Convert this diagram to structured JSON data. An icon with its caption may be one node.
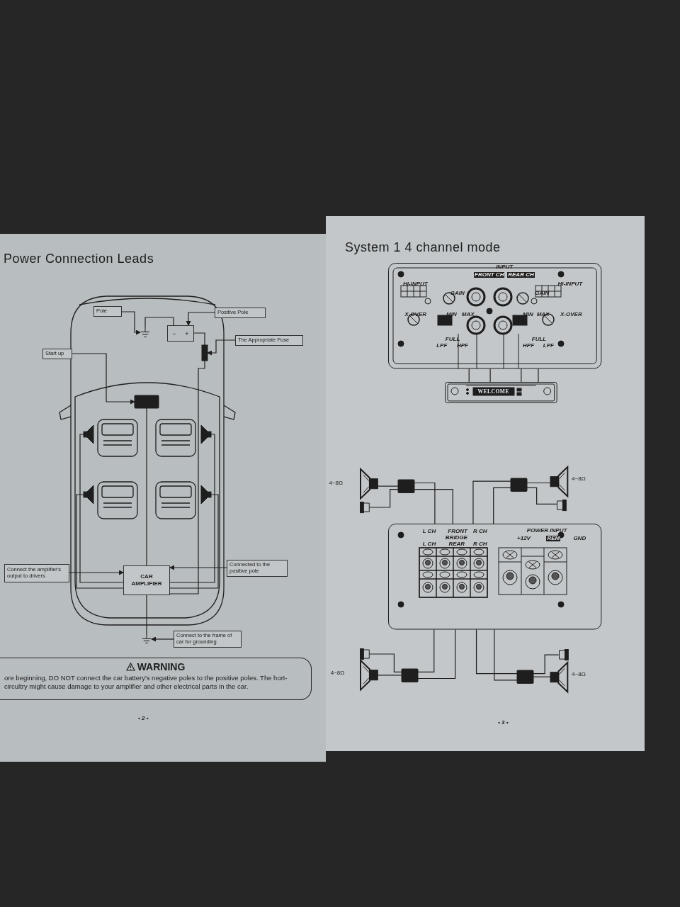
{
  "diagram": {
    "nodes": [
      {
        "text": [
          "Pole"
        ]
      },
      {
        "text": [
          "Positive Pole"
        ]
      },
      {
        "text": [
          "The Appropriate Fuse"
        ]
      },
      {
        "text": [
          "Start up"
        ]
      },
      {
        "text": [
          "−",
          "+"
        ]
      },
      {
        "text": [],
        "shape": "ground"
      },
      {
        "text": [],
        "shape": "bar"
      },
      {
        "text": [],
        "shape": "box"
      },
      {
        "text": [],
        "shape": "speaker"
      },
      {
        "text": [],
        "shape": "speaker"
      },
      {
        "text": [],
        "shape": "speaker"
      },
      {
        "text": [],
        "shape": "speaker"
      },
      {
        "text": [
          "CAR AMPLIFIER"
        ]
      },
      {
        "text": [
          "Connect the amplifier's output to drivers"
        ]
      },
      {
        "text": [
          "Connected to the positive pole"
        ]
      },
      {
        "text": [],
        "shape": "ground"
      },
      {
        "text": [
          "Connect to the frame of car for grounding"
        ]
      },
      {
        "text": [
          "WARNING",
          "ore beginning, DO NOT connect the car battery's negative poles to the positive poles. The hort-circultry might cause damage to your amplifier and other electrical parts in the car."
        ]
      },
      {
        "text": [],
        "shape": "picture"
      },
      {
        "text": [
          "WELCOME"
        ]
      },
      {
        "text": [],
        "shape": "speaker",
        "beside": [
          "4~8Ω"
        ]
      },
      {
        "text": [],
        "shape": "box"
      },
      {
        "text": [],
        "shape": "speaker"
      },
      {
        "text": [],
        "shape": "speaker",
        "beside": [
          "4~8Ω"
        ]
      },
      {
        "text": [],
        "shape": "box"
      },
      {
        "text": [],
        "shape": "speaker"
      },
      {
        "text": [],
        "shape": "picture"
      },
      {
        "text": [],
        "shape": "speaker"
      },
      {
        "text": [],
        "shape": "speaker",
        "beside": [
          "4~8Ω"
        ]
      },
      {
        "text": [],
        "shape": "box"
      },
      {
        "text": [],
        "shape": "speaker"
      },
      {
        "text": [],
        "shape": "speaker",
        "beside": [
          "4~8Ω"
        ]
      },
      {
        "text": [],
        "shape": "box"
      }
    ],
    "edges": [
      {
        "from": 0,
        "to": 5,
        "arrow": "to"
      },
      {
        "from": 1,
        "to": 4,
        "arrow": "to"
      },
      {
        "from": 2,
        "to": 6,
        "arrow": "to"
      },
      {
        "from": 3,
        "to": 7,
        "arrow": "to"
      },
      {
        "from": 5,
        "to": 4,
        "arrow": "none"
      },
      {
        "from": 4,
        "to": 6,
        "arrow": "none"
      },
      {
        "from": 6,
        "to": 12,
        "arrow": "none"
      },
      {
        "from": 7,
        "to": 12,
        "arrow": "none"
      },
      {
        "from": 12,
        "to": 8,
        "arrow": "none"
      },
      {
        "from": 12,
        "to": 9,
        "arrow": "none"
      },
      {
        "from": 12,
        "to": 10,
        "arrow": "none"
      },
      {
        "from": 12,
        "to": 11,
        "arrow": "none"
      },
      {
        "from": 13,
        "to": 12,
        "arrow": "to"
      },
      {
        "from": 14,
        "to": 12,
        "arrow": "to"
      },
      {
        "from": 12,
        "to": 15,
        "arrow": "none"
      },
      {
        "from": 16,
        "to": 15,
        "arrow": "to"
      },
      {
        "from": 18,
        "to": 19,
        "arrow": "none"
      },
      {
        "from": 18,
        "to": 19,
        "arrow": "none"
      },
      {
        "from": 18,
        "to": 19,
        "arrow": "none"
      },
      {
        "from": 18,
        "to": 19,
        "arrow": "none"
      },
      {
        "from": 21,
        "to": 20,
        "arrow": "none"
      },
      {
        "from": 21,
        "to": 22,
        "arrow": "none"
      },
      {
        "from": 21,
        "to": 26,
        "arrow": "none"
      },
      {
        "from": 21,
        "to": 26,
        "arrow": "none"
      },
      {
        "from": 24,
        "to": 23,
        "arrow": "none"
      },
      {
        "from": 24,
        "to": 25,
        "arrow": "none"
      },
      {
        "from": 24,
        "to": 26,
        "arrow": "none"
      },
      {
        "from": 24,
        "to": 26,
        "arrow": "none"
      },
      {
        "from": 29,
        "to": 28,
        "arrow": "none"
      },
      {
        "from": 29,
        "to": 27,
        "arrow": "none"
      },
      {
        "from": 29,
        "to": 26,
        "arrow": "none"
      },
      {
        "from": 29,
        "to": 26,
        "arrow": "none"
      },
      {
        "from": 32,
        "to": 31,
        "arrow": "none"
      },
      {
        "from": 32,
        "to": 30,
        "arrow": "none"
      },
      {
        "from": 32,
        "to": 26,
        "arrow": "none"
      },
      {
        "from": 32,
        "to": 26,
        "arrow": "none"
      }
    ],
    "labels": [
      "Power Connection Leads",
      "• 2 •",
      "System 1 4 channel mode",
      "HI-INPUT",
      "GAIN",
      "INPUT",
      "FRONT CH",
      "REAR CH",
      "GAIN",
      "HI-INPUT",
      "X-OVER",
      "MIN",
      "MAX",
      "MIN",
      "MAX",
      "X-OVER",
      "FULL",
      "LPF",
      "HPF",
      "FULL",
      "HPF",
      "LPF",
      "L CH",
      "FRONT",
      "BRIDGE",
      "REAR",
      "R CH",
      "L CH",
      "R CH",
      "POWER INPUT",
      "+12V",
      "REM",
      "GND",
      "• 3 •"
    ]
  }
}
